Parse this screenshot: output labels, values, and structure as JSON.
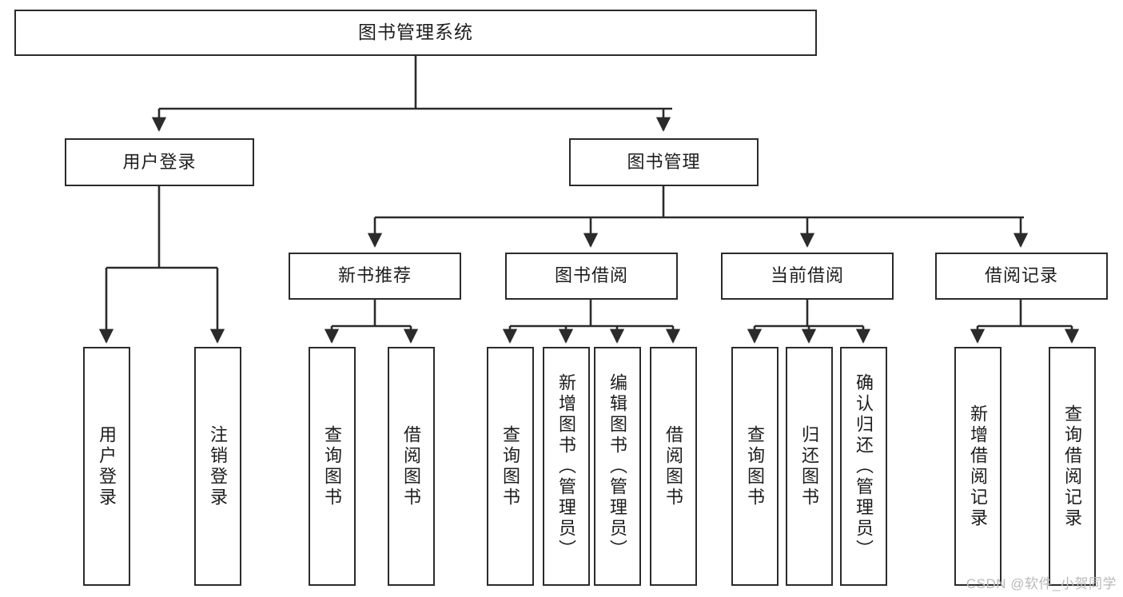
{
  "diagram": {
    "title": "图书管理系统",
    "stroke_color": "#2b2b2b",
    "text_color": "#1d1d1d",
    "background": "#ffffff"
  },
  "nodes": {
    "root": {
      "label": "图书管理系统"
    },
    "level2": [
      {
        "label": "用户登录"
      },
      {
        "label": "图书管理"
      }
    ],
    "level3": [
      {
        "label": "新书推荐"
      },
      {
        "label": "图书借阅"
      },
      {
        "label": "当前借阅"
      },
      {
        "label": "借阅记录"
      }
    ],
    "leaves": {
      "user_login": [
        {
          "label": "用户登录"
        },
        {
          "label": "注销登录"
        }
      ],
      "new_book": [
        {
          "label": "查询图书"
        },
        {
          "label": "借阅图书"
        }
      ],
      "book_borrow": [
        {
          "label": "查询图书"
        },
        {
          "label": "新增图书（管理员）"
        },
        {
          "label": "编辑图书（管理员）"
        },
        {
          "label": "借阅图书"
        }
      ],
      "current_borrow": [
        {
          "label": "查询图书"
        },
        {
          "label": "归还图书"
        },
        {
          "label": "确认归还（管理员）"
        }
      ],
      "borrow_record": [
        {
          "label": "新增借阅记录"
        },
        {
          "label": "查询借阅记录"
        }
      ]
    }
  },
  "watermark": {
    "text": "CSDN @软件_小贺同学"
  }
}
